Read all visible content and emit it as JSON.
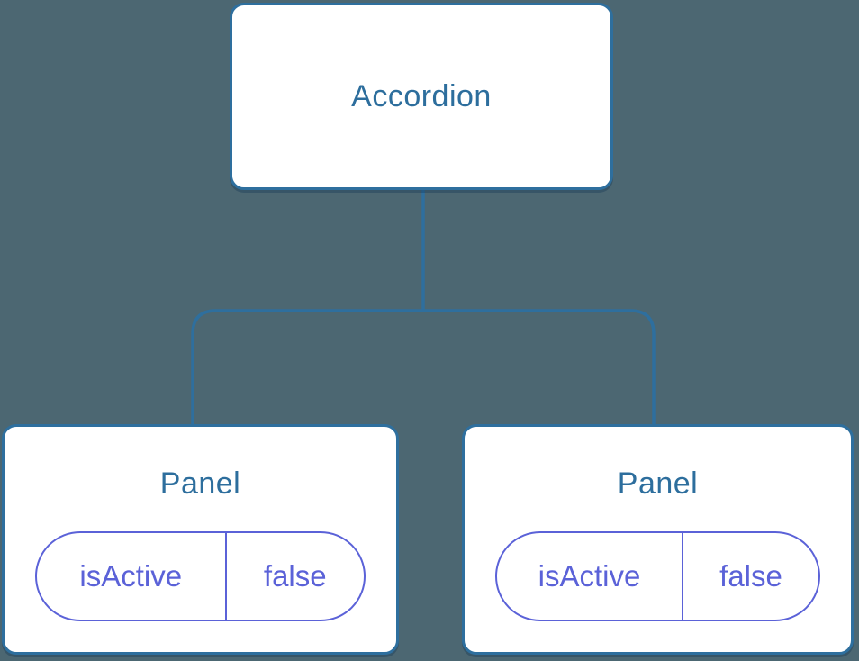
{
  "diagram": {
    "description": "Component tree diagram",
    "tree": {
      "root": {
        "label": "Accordion"
      },
      "children": [
        {
          "label": "Panel",
          "state": {
            "key": "isActive",
            "value": "false"
          }
        },
        {
          "label": "Panel",
          "state": {
            "key": "isActive",
            "value": "false"
          }
        }
      ]
    }
  },
  "palette": {
    "background": "#4C6772",
    "node_fill": "#FFFFFF",
    "tree_line": "#2E6F9E",
    "component_text": "#2D6E9D",
    "state_accent": "#5B62D8"
  }
}
